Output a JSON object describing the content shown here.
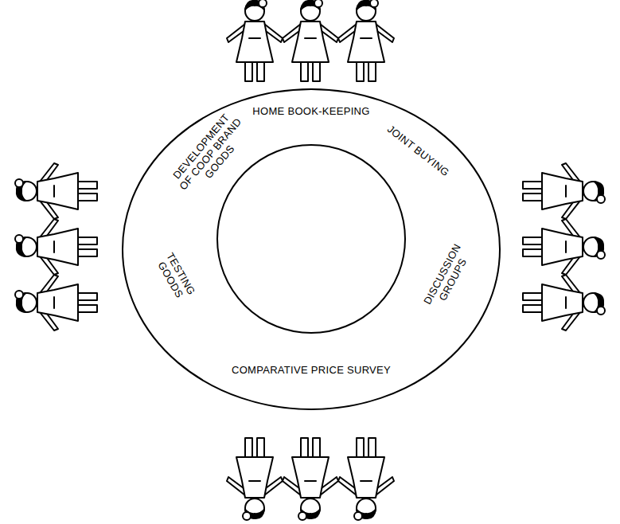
{
  "diagram": {
    "nodes": [
      {
        "text": [
          "HOME BOOK-KEEPING",
          "JOINT BUYING",
          "DISCUSSION GROUPS",
          "COMPARATIVE PRICE SURVEY",
          "TESTING GOODS",
          "DEVELOPMENT OF COOP BRAND GOODS"
        ]
      }
    ]
  }
}
